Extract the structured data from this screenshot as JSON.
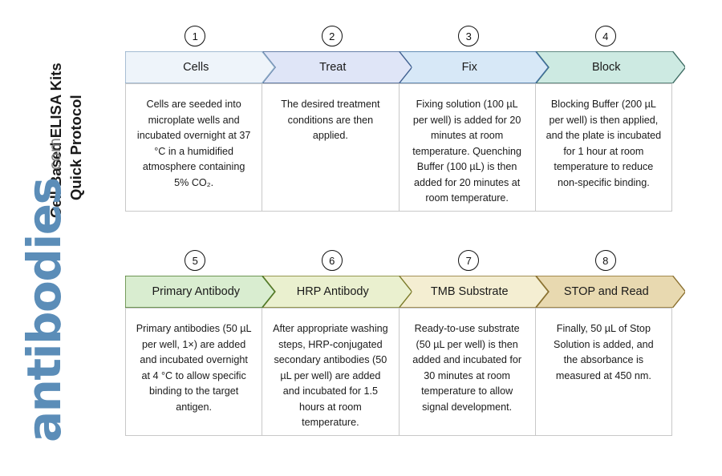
{
  "title": {
    "line1": "Cell Based ELISA Kits",
    "line2": "Quick Protocol"
  },
  "logo": {
    "word": "antibodies",
    "tld": ".com",
    "color": "#5b8db8"
  },
  "rows": [
    {
      "id": "row-1",
      "steps": [
        {
          "number": "1",
          "label": "Cells",
          "fill": "#eef4fa",
          "stroke": "#8aa8c4",
          "body": "Cells are seeded into microplate wells and incubated overnight at 37 °C in a humidified atmosphere containing 5% CO₂."
        },
        {
          "number": "2",
          "label": "Treat",
          "fill": "#dfe5f7",
          "stroke": "#3f5f8f",
          "body": "The desired treatment conditions are then applied."
        },
        {
          "number": "3",
          "label": "Fix",
          "fill": "#d7e8f7",
          "stroke": "#3f6f9f",
          "body": "Fixing solution (100 µL per well) is added for 20 minutes at room temperature. Quenching Buffer (100 µL) is then added for 20 minutes at room temperature."
        },
        {
          "number": "4",
          "label": "Block",
          "fill": "#cdeae2",
          "stroke": "#3d6b62",
          "body": "Blocking Buffer (200 µL per well) is then applied, and the plate is incubated for 1 hour at room temperature to reduce non-specific binding."
        }
      ]
    },
    {
      "id": "row-2",
      "steps": [
        {
          "number": "5",
          "label": "Primary Antibody",
          "fill": "#d9edd0",
          "stroke": "#4b7a2a",
          "body": "Primary antibodies (50 µL per well, 1×) are added and incubated overnight at 4 °C to allow specific binding to the target antigen."
        },
        {
          "number": "6",
          "label": "HRP Antibody",
          "fill": "#eaf0cf",
          "stroke": "#7a7a28",
          "body": "After appropriate washing steps, HRP-conjugated secondary antibodies (50 µL per well) are added and incubated for 1.5 hours at room temperature."
        },
        {
          "number": "7",
          "label": "TMB Substrate",
          "fill": "#f4eed2",
          "stroke": "#8a7230",
          "body": "Ready-to-use substrate (50 µL per well) is then added and incubated for 30 minutes at room temperature to allow signal development."
        },
        {
          "number": "8",
          "label": "STOP and Read",
          "fill": "#e8d9b0",
          "stroke": "#8a6f2e",
          "body": "Finally, 50 µL of Stop Solution is added, and the absorbance is measured at 450 nm."
        }
      ]
    }
  ]
}
